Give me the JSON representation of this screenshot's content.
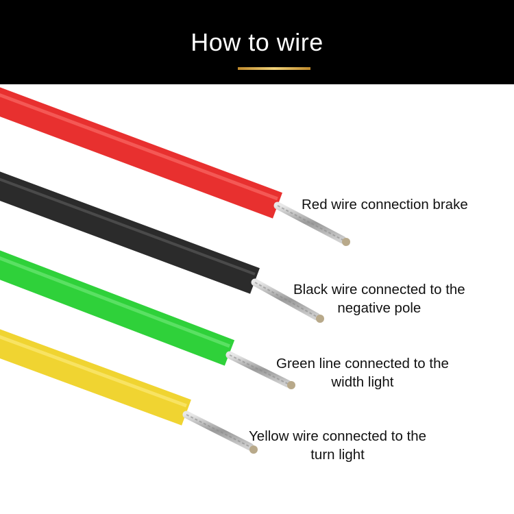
{
  "header": {
    "title": "How to wire",
    "background": "#000000",
    "underline_color": "#d9b25a"
  },
  "wires": [
    {
      "color_name": "red",
      "color": "#e8302f",
      "lines": [
        "Red wire connection brake"
      ]
    },
    {
      "color_name": "black",
      "color": "#2b2b2b",
      "lines": [
        "Black wire connected to the",
        "negative pole"
      ]
    },
    {
      "color_name": "green",
      "color": "#2fd13a",
      "lines": [
        "Green line connected to the",
        "width light"
      ]
    },
    {
      "color_name": "yellow",
      "color": "#f0d431",
      "lines": [
        "Yellow wire connected to the",
        "turn light"
      ]
    }
  ]
}
